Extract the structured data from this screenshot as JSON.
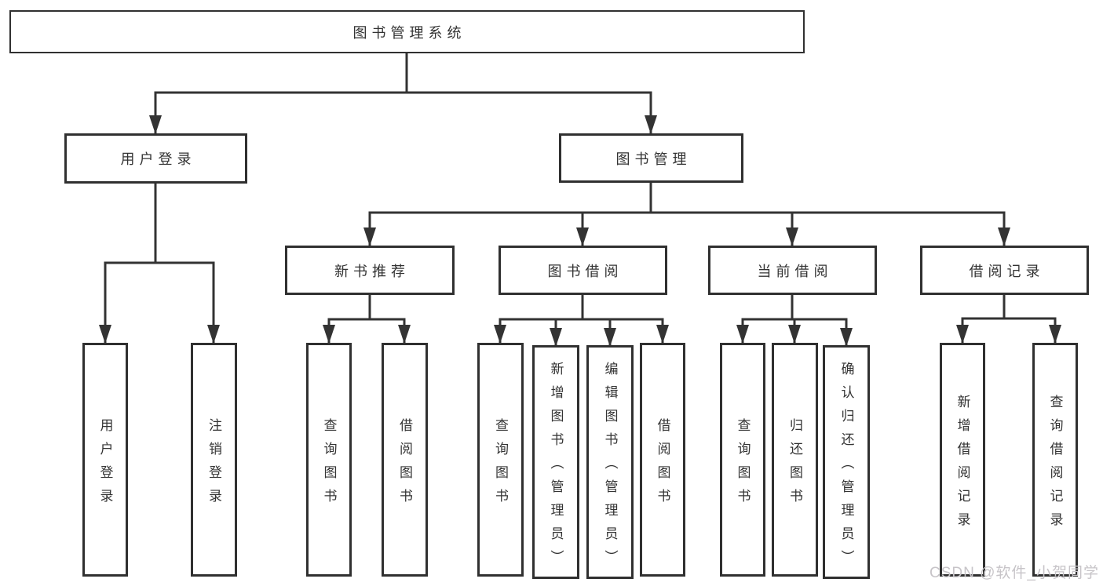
{
  "tree": {
    "root": {
      "label": "图书管理系统"
    },
    "user_login": {
      "label": "用户登录",
      "children": [
        "用户登录",
        "注销登录"
      ]
    },
    "book_mgmt": {
      "label": "图书管理",
      "sections": {
        "new_book": {
          "label": "新书推荐",
          "children": [
            "查询图书",
            "借阅图书"
          ]
        },
        "book_borrow": {
          "label": "图书借阅",
          "children": [
            "查询图书",
            "新增图书（管理员）",
            "编辑图书（管理员）",
            "借阅图书"
          ]
        },
        "current_borrow": {
          "label": "当前借阅",
          "children": [
            "查询图书",
            "归还图书",
            "确认归还（管理员）"
          ]
        },
        "borrow_record": {
          "label": "借阅记录",
          "children": [
            "新增借阅记录",
            "查询借阅记录"
          ]
        }
      }
    }
  },
  "watermark": "CSDN @软件_小贺同学",
  "colors": {
    "line": "#333333",
    "box_border": "#303030",
    "text": "#333333",
    "watermark": "#c7c4c8",
    "background": "#ffffff"
  }
}
